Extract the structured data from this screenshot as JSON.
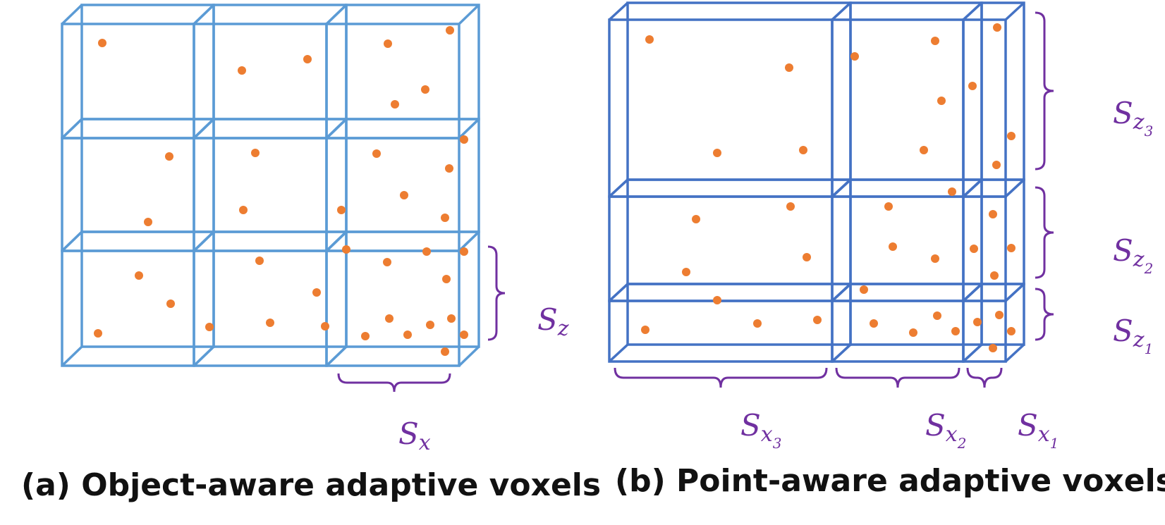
{
  "colors": {
    "panel_a_edges": "#5b9bd5",
    "panel_b_edges": "#4472c4",
    "points": "#ed7d31",
    "brackets_and_labels": "#7030a0",
    "caption_text": "#111111"
  },
  "panel_a": {
    "caption": "(a) Object-aware adaptive voxels",
    "label_x": {
      "base": "S",
      "sub": "x",
      "subsub": ""
    },
    "label_z": {
      "base": "S",
      "sub": "z",
      "subsub": ""
    }
  },
  "panel_b": {
    "caption": "(b) Point-aware adaptive voxels",
    "labels_x": [
      {
        "base": "S",
        "sub": "x",
        "subsub": "3"
      },
      {
        "base": "S",
        "sub": "x",
        "subsub": "2"
      },
      {
        "base": "S",
        "sub": "x",
        "subsub": "1"
      }
    ],
    "labels_z": [
      {
        "base": "S",
        "sub": "z",
        "subsub": "3"
      },
      {
        "base": "S",
        "sub": "z",
        "subsub": "2"
      },
      {
        "base": "S",
        "sub": "z",
        "subsub": "1"
      }
    ]
  }
}
